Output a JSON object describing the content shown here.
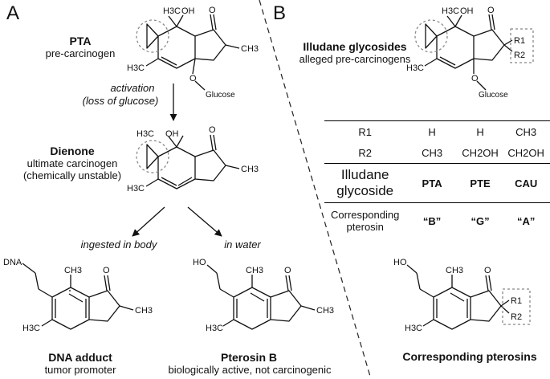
{
  "panels": {
    "a": "A",
    "b": "B"
  },
  "panel_a": {
    "pta_title": "PTA",
    "pta_sub": "pre-carcinogen",
    "activation_line1": "activation",
    "activation_line2": "(loss of glucose)",
    "dienone_title": "Dienone",
    "dienone_sub1": "ultimate carcinogen",
    "dienone_sub2": "(chemically unstable)",
    "ingested": "ingested in body",
    "in_water": "in water",
    "adduct_title": "DNA adduct",
    "adduct_sub": "tumor promoter",
    "pterosin_title": "Pterosin B",
    "pterosin_sub": "biologically active, not carcinogenic"
  },
  "panel_b": {
    "glyc_title": "Illudane glycosides",
    "glyc_sub": "alleged pre-carcinogens",
    "pterosins_title": "Corresponding pterosins"
  },
  "atoms": {
    "oh": "OH",
    "o": "O",
    "h3c": "H3C",
    "ch3": "CH3",
    "glucose": "Glucose",
    "dna": "DNA",
    "ho": "HO",
    "r1": "R1",
    "r2": "R2"
  },
  "table": {
    "rows": [
      {
        "label": "R1",
        "c1": "H",
        "c2": "H",
        "c3": "CH3"
      },
      {
        "label": "R2",
        "c1": "CH3",
        "c2": "CH2OH",
        "c3": "CH2OH"
      },
      {
        "label_l1": "Illudane",
        "label_l2": "glycoside",
        "c1": "PTA",
        "c2": "PTE",
        "c3": "CAU"
      },
      {
        "label_l1": "Corresponding",
        "label_l2": "pterosin",
        "c1": "“B”",
        "c2": "“G”",
        "c3": "“A”"
      }
    ]
  }
}
